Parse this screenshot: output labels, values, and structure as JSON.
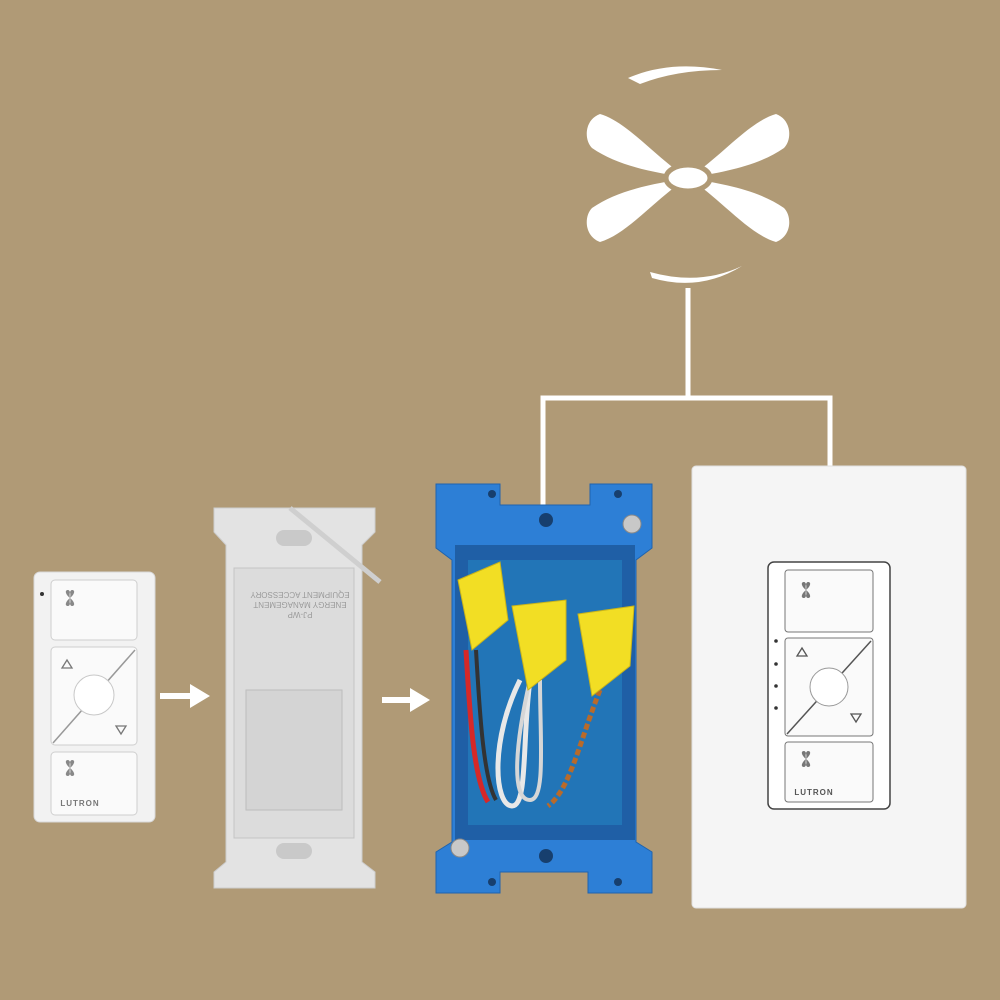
{
  "colors": {
    "background": "#b09a76",
    "wire_line": "#ffffff",
    "fan": "#ffffff",
    "junction_box": "#2d7fd6",
    "wire_nut": "#f2de24",
    "wire_black_red": "#d62828",
    "wire_white": "#e8e8e8",
    "wire_copper": "#b86a2a",
    "wallplate": "#f5f5f5",
    "mount": "#e6e6e6"
  },
  "remote": {
    "brand": "LUTRON",
    "top_icon": "fan-icon",
    "bottom_icon": "fan-off-icon",
    "up_icon": "triangle-up-icon",
    "down_icon": "triangle-down-icon"
  },
  "switch": {
    "brand": "LUTRON",
    "top_icon": "fan-icon",
    "bottom_icon": "fan-off-icon",
    "up_icon": "triangle-up-icon",
    "down_icon": "triangle-down-icon"
  },
  "mount": {
    "label_lines": [
      "PJ-WP",
      "ENERGY MANAGEMENT",
      "EQUIPMENT ACCESSORY"
    ]
  },
  "flow_arrows": [
    "arrow-right-icon",
    "arrow-right-icon"
  ]
}
